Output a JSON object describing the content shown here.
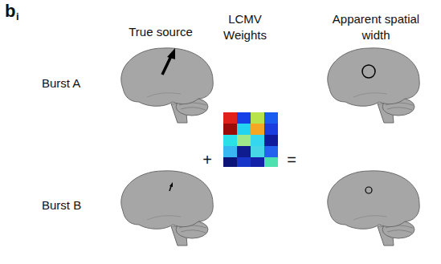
{
  "diagram": {
    "labels": [
      "b",
      "i",
      "True source",
      "LCMV Weights",
      "Apparent spatial width",
      "Burst A",
      "Burst B",
      "+",
      "="
    ]
  }
}
